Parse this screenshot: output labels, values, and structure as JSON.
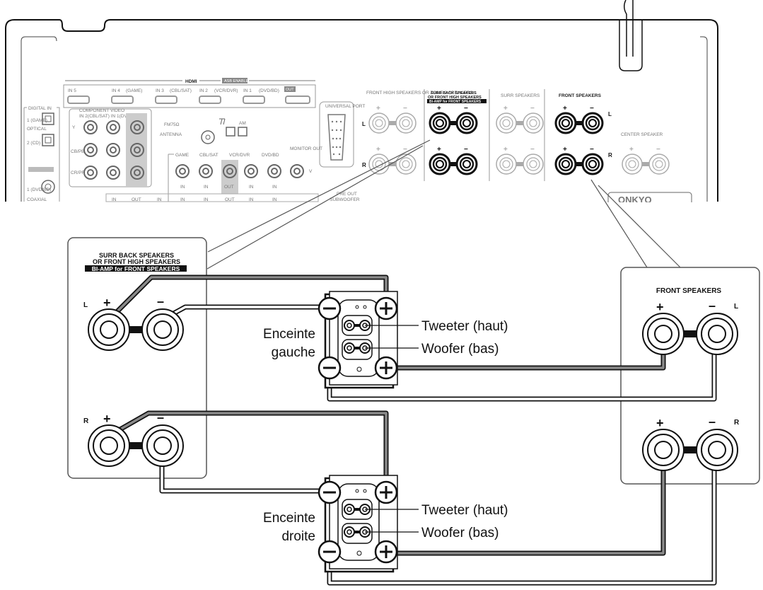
{
  "receiver": {
    "hdmi_title": "HDMI",
    "asb_enable": "ASB ENABLE",
    "hdmi_inputs": [
      "IN 5",
      "IN 4",
      "(GAME)",
      "IN 3",
      "(CBL/SAT)",
      "IN 2",
      "(VCR/DVR)",
      "IN 1",
      "(DVD/BD)",
      "OUT"
    ],
    "digital_in": "DIGITAL IN",
    "digital_ports": [
      "1 (GAME)",
      "OPTICAL",
      "2 (CD)",
      "1 (DVD/BD)",
      "COAXIAL"
    ],
    "component_video": "COMPONENT VIDEO",
    "component_sub": "IN 2(CBL/SAT) IN 1(DVD/BD)",
    "component_rows": [
      "Y",
      "CB/PB",
      "CR/PR"
    ],
    "antenna": "ANTENNA",
    "fm": "FM75Ω",
    "am": "AM",
    "av_groups": [
      "GAME",
      "CBL/SAT",
      "VCR/DVR",
      "DVD/BD",
      "MONITOR OUT"
    ],
    "in_label": "IN",
    "out_label": "OUT",
    "v_label": "V",
    "pre_out": "PRE OUT",
    "subwoofer": "SUBWOOFER",
    "universal_port": "UNIVERSAL PORT",
    "front_high": "FRONT HIGH SPEAKERS OR ZONE 2 SPEAKERS",
    "surr_back_1": "SURR BACK SPEAKERS",
    "surr_back_2": "OR FRONT HIGH SPEAKERS",
    "surr_back_3": "BI-AMP for FRONT SPEAKERS",
    "surr": "SURR SPEAKERS",
    "front": "FRONT SPEAKERS",
    "center": "CENTER SPEAKER",
    "brand": "ONKYO"
  },
  "zoom_left": {
    "line1": "SURR BACK SPEAKERS",
    "line2": "OR FRONT HIGH SPEAKERS",
    "line3": "BI-AMP for FRONT SPEAKERS",
    "L": "L",
    "R": "R",
    "plus": "+",
    "minus": "–"
  },
  "zoom_right": {
    "title": "FRONT SPEAKERS",
    "L": "L",
    "R": "R",
    "plus": "+",
    "minus": "–"
  },
  "speakers": {
    "left_1": "Enceinte",
    "left_2": "gauche",
    "right_1": "Enceinte",
    "right_2": "droite",
    "tweeter": "Tweeter (haut)",
    "woofer": "Woofer (bas)"
  },
  "colors": {
    "line": "#111111",
    "gray_cable": "#8a8a8a",
    "panel_stroke": "#555555",
    "faded": "#aaaaaa"
  }
}
